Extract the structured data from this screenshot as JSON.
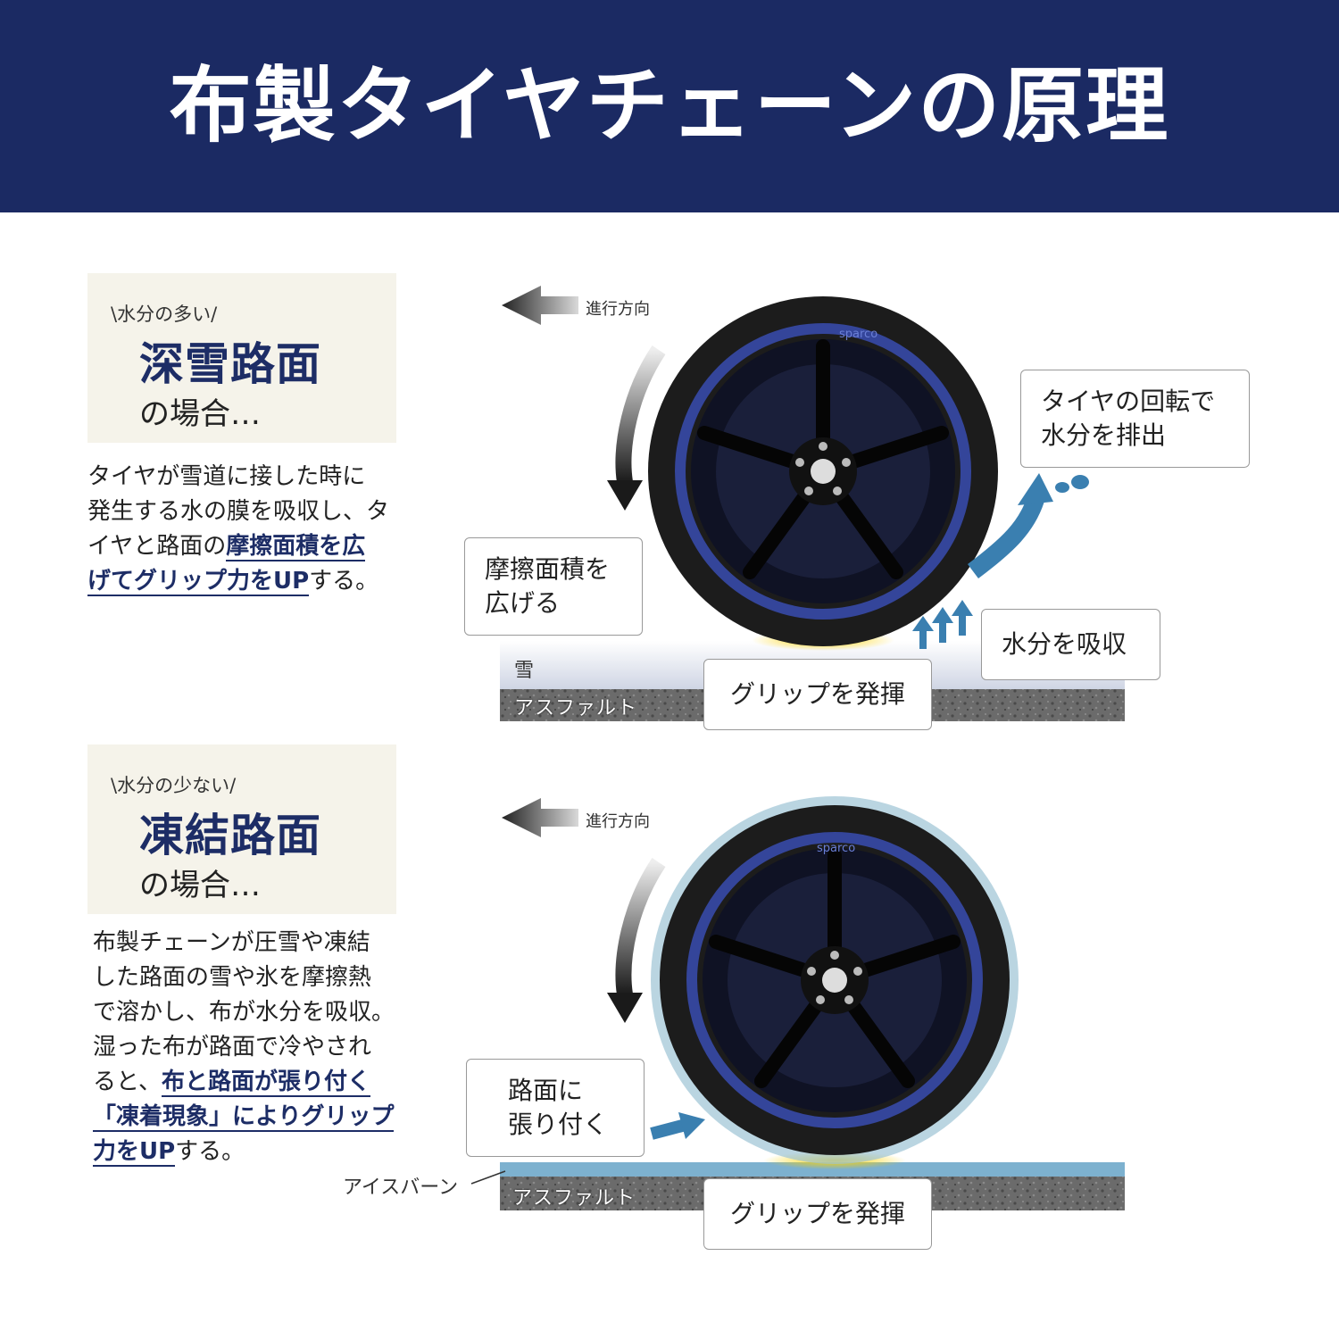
{
  "header": {
    "title": "布製タイヤチェーンの原理"
  },
  "sections": [
    {
      "kicker": "\\水分の多い/",
      "title": "深雪路面",
      "suffix": "の場合…",
      "desc_lines": [
        "タイヤが雪道に接した時に",
        "発生する水の膜を吸収し、タ"
      ],
      "desc_mixed": [
        {
          "pre": "イヤと路面の",
          "bold": "摩擦面積を広",
          "post": ""
        },
        {
          "pre": "",
          "bold": "げてグリップ力をUP",
          "post": "する。"
        }
      ],
      "direction_label": "進行方向",
      "callouts": {
        "friction": "摩擦面積を\n広げる",
        "drain": "タイヤの回転で\n水分を排出",
        "absorb": "水分を吸収",
        "grip": "グリップを発揮"
      },
      "layers": {
        "top": "雪",
        "bottom": "アスファルト"
      }
    },
    {
      "kicker": "\\水分の少ない/",
      "title": "凍結路面",
      "suffix": "の場合…",
      "desc_lines": [
        "布製チェーンが圧雪や凍結",
        "した路面の雪や氷を摩擦熱",
        "で溶かし、布が水分を吸収。",
        "湿った布が路面で冷やされ"
      ],
      "desc_mixed": [
        {
          "pre": "ると、",
          "bold": "布と路面が張り付く",
          "post": ""
        },
        {
          "pre": "",
          "bold": "「凍着現象」によりグリップ",
          "post": ""
        },
        {
          "pre": "",
          "bold": "力をUP",
          "post": "する。"
        }
      ],
      "direction_label": "進行方向",
      "callouts": {
        "stick": "路面に\n張り付く",
        "grip": "グリップを発揮"
      },
      "layers": {
        "top": "アイスバーン",
        "bottom": "アスファルト"
      }
    }
  ],
  "tire": {
    "brand": "sparco"
  },
  "colors": {
    "header_bg": "#1b2a63",
    "accent": "#1d2d66",
    "card_bg": "#f5f3ea",
    "water": "#3a7fb0"
  }
}
